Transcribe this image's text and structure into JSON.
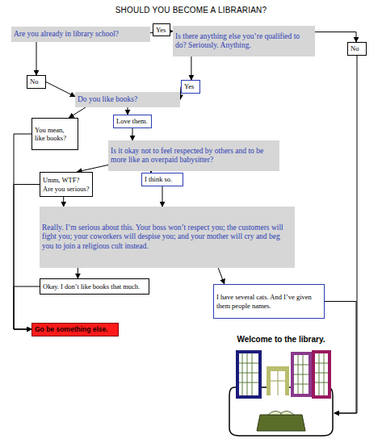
{
  "diagram": {
    "title": "SHOULD YOU BECOME A LIBRARIAN?",
    "nodes": [
      {
        "text": [
          "Are you already in library school?"
        ]
      },
      {
        "text": [
          "Yes"
        ]
      },
      {
        "text": [
          "Is there anything else you’re qualified to do? Seriously. Anything."
        ]
      },
      {
        "text": [
          "No"
        ]
      },
      {
        "text": [
          "No"
        ]
      },
      {
        "text": [
          "Yes"
        ]
      },
      {
        "text": [
          "Do you like books?"
        ]
      },
      {
        "text": [
          "You mean, like books?"
        ]
      },
      {
        "text": [
          "Love them."
        ]
      },
      {
        "text": [
          "Is it okay not to feel respected by others and to be more like an overpaid babysitter?"
        ]
      },
      {
        "text": [
          "Umm, WTF? Are you serious?"
        ]
      },
      {
        "text": [
          "I think so."
        ]
      },
      {
        "text": [
          "Really. I’m serious about this. Your boss won’t respect you; the customers will fight you; your coworkers will despise you; and your mother will cry and beg you to join a religious cult instead."
        ]
      },
      {
        "text": [
          "Okay. I don’t like books that much."
        ]
      },
      {
        "text": [
          "I have several cats. And I’ve given them people names."
        ]
      },
      {
        "text": [
          "Go be something else."
        ]
      },
      {
        "text": [
          "Welcome to the library."
        ]
      }
    ],
    "edges": [
      {
        "from": 0,
        "to": 1,
        "arrow": "none"
      },
      {
        "from": 1,
        "to": 2,
        "arrow": "to"
      },
      {
        "from": 2,
        "to": 3,
        "arrow": "to"
      },
      {
        "from": 3,
        "to": 16,
        "arrow": "to"
      },
      {
        "from": 0,
        "to": 4,
        "arrow": "to"
      },
      {
        "from": 4,
        "to": 6,
        "arrow": "to"
      },
      {
        "from": 2,
        "to": 5,
        "arrow": "to"
      },
      {
        "from": 5,
        "to": 6,
        "arrow": "to"
      },
      {
        "from": 6,
        "to": 7,
        "arrow": "to"
      },
      {
        "from": 6,
        "to": 8,
        "arrow": "to"
      },
      {
        "from": 8,
        "to": 9,
        "arrow": "to"
      },
      {
        "from": 9,
        "to": 10,
        "arrow": "to"
      },
      {
        "from": 9,
        "to": 11,
        "arrow": "to"
      },
      {
        "from": 10,
        "to": 12,
        "arrow": "to"
      },
      {
        "from": 11,
        "to": 12,
        "arrow": "to"
      },
      {
        "from": 12,
        "to": 13,
        "arrow": "to"
      },
      {
        "from": 12,
        "to": 14,
        "arrow": "to"
      },
      {
        "from": 7,
        "to": 15,
        "arrow": "to"
      },
      {
        "from": 10,
        "to": 15,
        "arrow": "to"
      },
      {
        "from": 13,
        "to": 15,
        "arrow": "to"
      },
      {
        "from": 14,
        "to": 16,
        "arrow": "to"
      }
    ]
  }
}
